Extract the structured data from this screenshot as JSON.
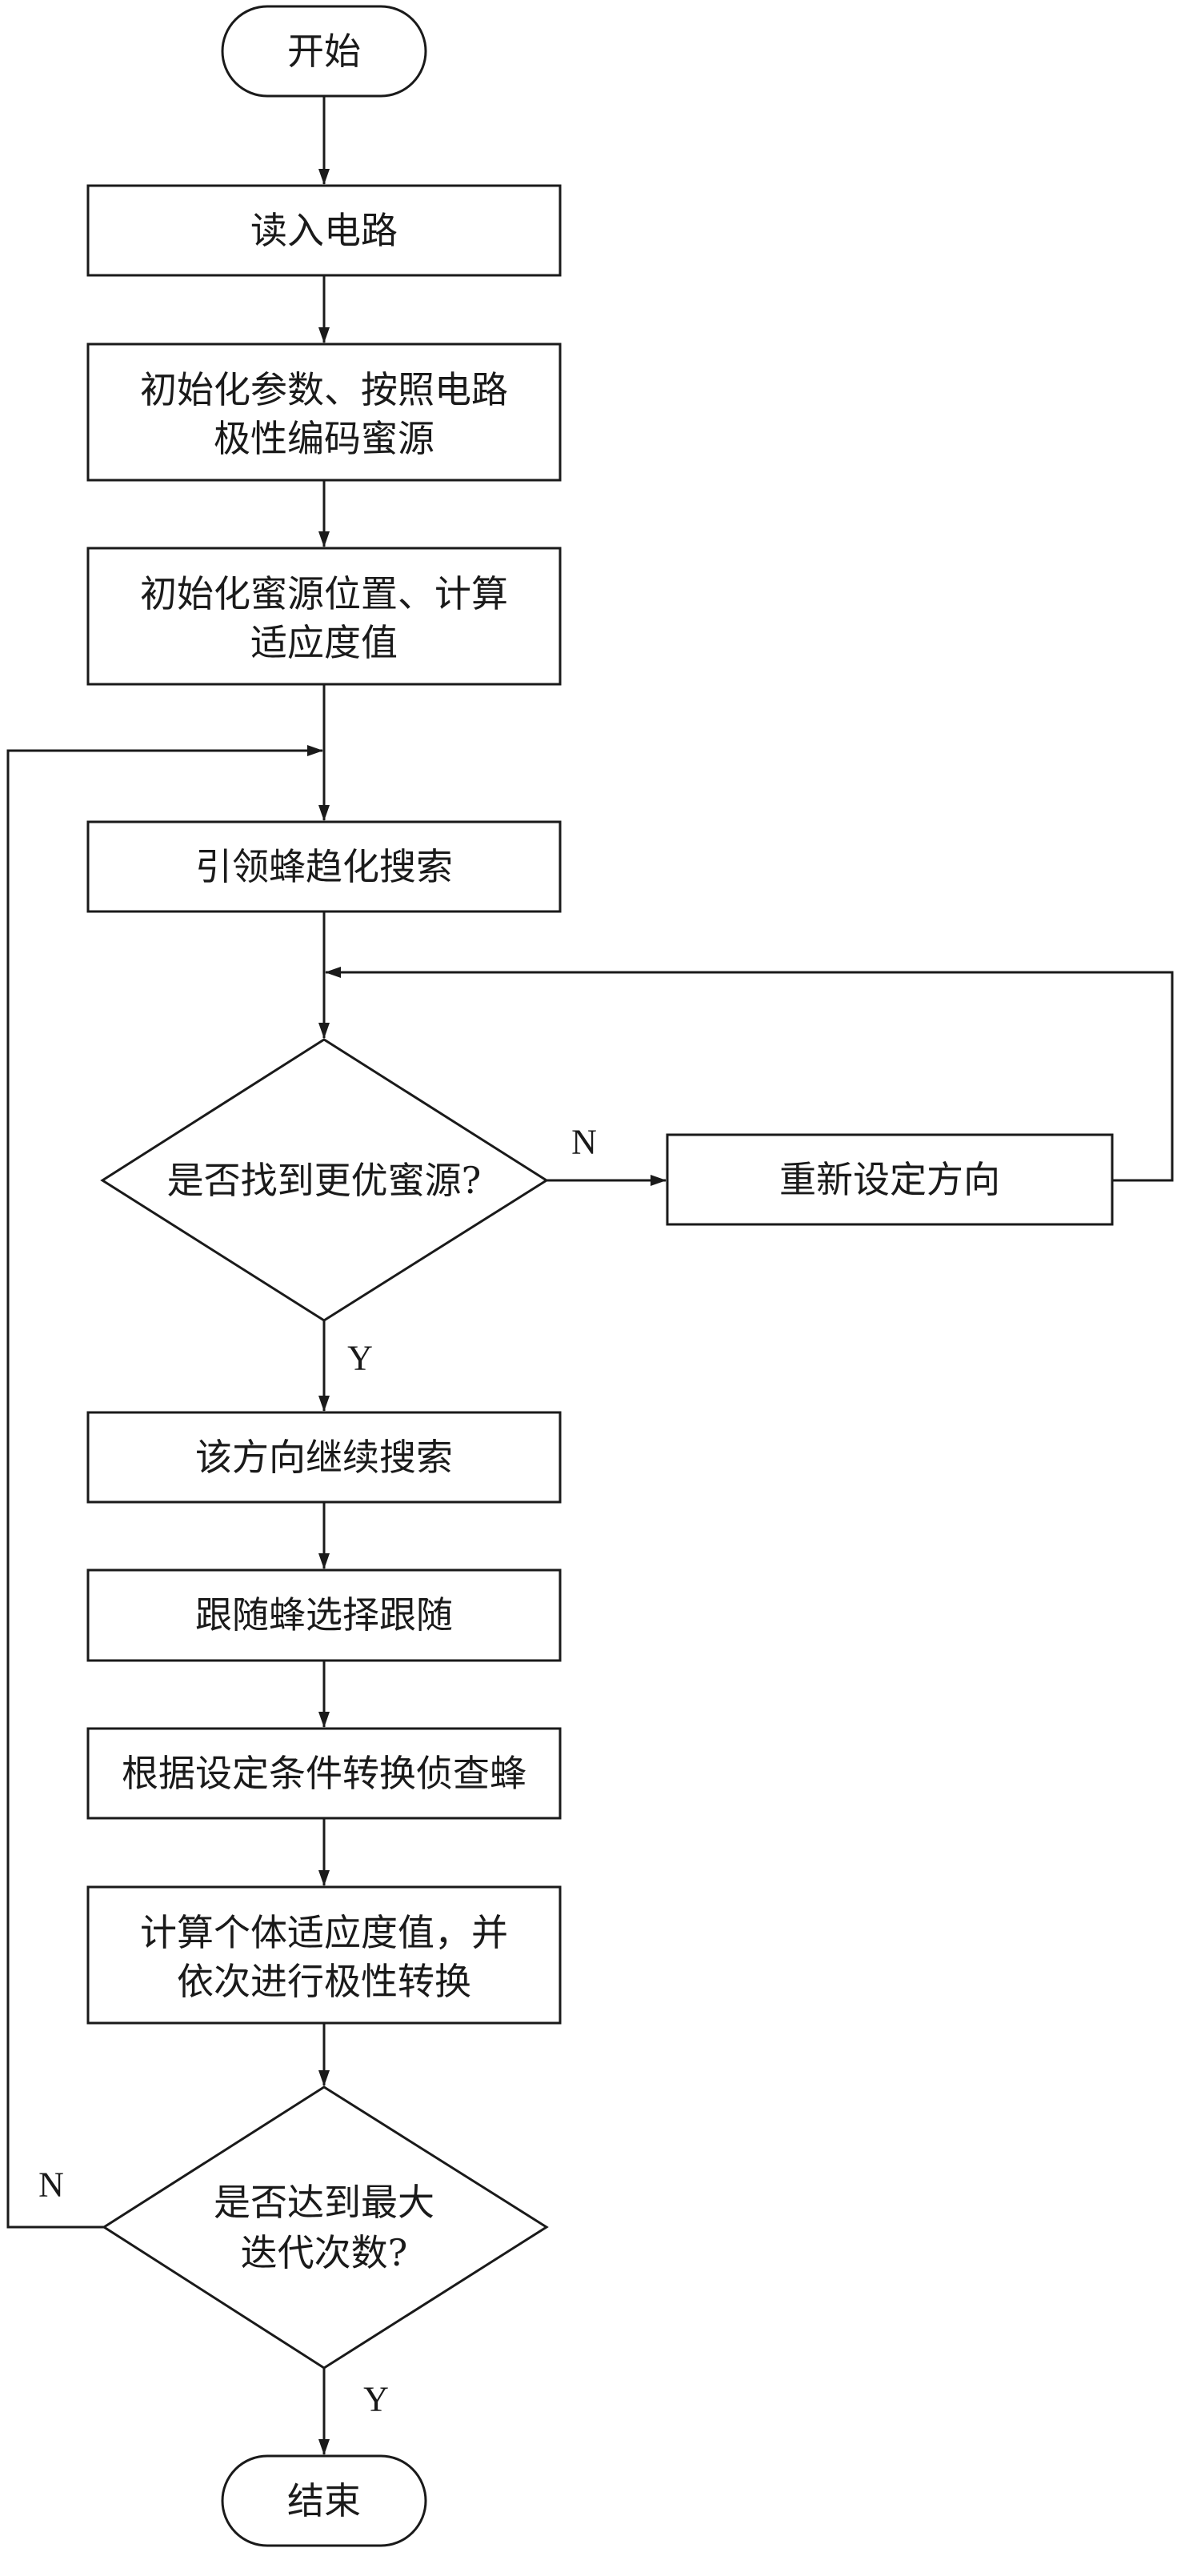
{
  "diagram": {
    "type": "flowchart",
    "nodes": {
      "start": {
        "lines": [
          "开始"
        ]
      },
      "read_circuit": {
        "lines": [
          "读入电路"
        ]
      },
      "init_params": {
        "lines": [
          "初始化参数、按照电路",
          "极性编码蜜源"
        ]
      },
      "init_sources": {
        "lines": [
          "初始化蜜源位置、计算",
          "适应度值"
        ]
      },
      "lead_search": {
        "lines": [
          "引领蜂趋化搜索"
        ]
      },
      "decision_better": {
        "lines": [
          "是否找到更优蜜源?"
        ]
      },
      "reset_direction": {
        "lines": [
          "重新设定方向"
        ]
      },
      "continue_search": {
        "lines": [
          "该方向继续搜索"
        ]
      },
      "follow_select": {
        "lines": [
          "跟随蜂选择跟随"
        ]
      },
      "convert_scout": {
        "lines": [
          "根据设定条件转换侦查蜂"
        ]
      },
      "compute_fitness": {
        "lines": [
          "计算个体适应度值，并",
          "依次进行极性转换"
        ]
      },
      "decision_max_iter": {
        "lines": [
          "是否达到最大",
          "迭代次数?"
        ]
      },
      "end": {
        "lines": [
          "结束"
        ]
      }
    },
    "edge_labels": {
      "better_no": "N",
      "better_yes": "Y",
      "max_iter_no": "N",
      "max_iter_yes": "Y"
    }
  }
}
